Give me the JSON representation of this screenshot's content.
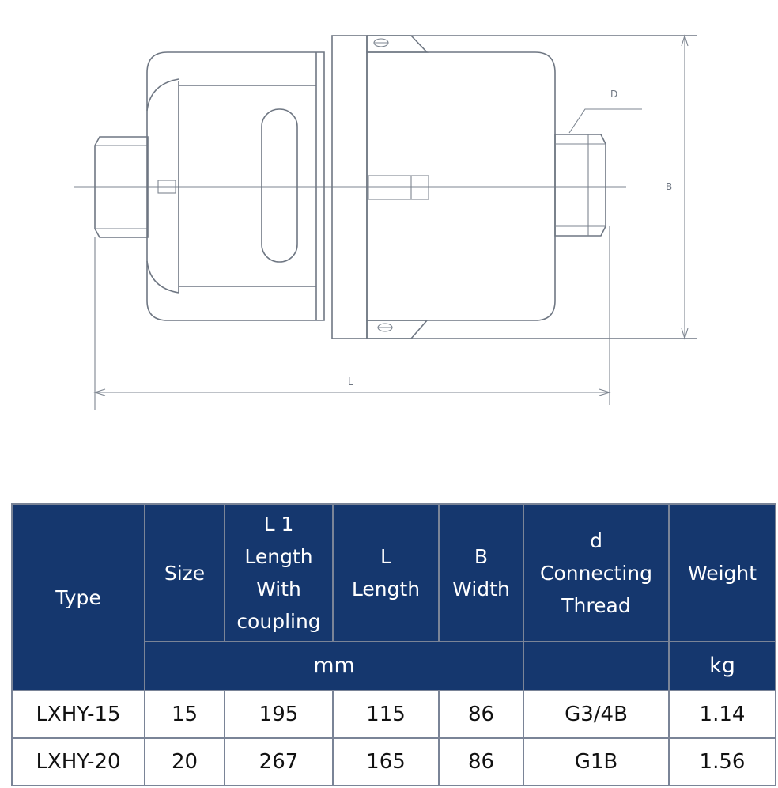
{
  "drawing": {
    "labels": {
      "d": "D",
      "b": "B",
      "l": "L"
    }
  },
  "table": {
    "headers": {
      "type": "Type",
      "size": "Size",
      "l1": [
        "L 1",
        "Length",
        "With",
        "coupling"
      ],
      "l": [
        "L",
        "Length"
      ],
      "b": [
        "B",
        "Width"
      ],
      "d": [
        "d",
        "Connecting",
        "Thread"
      ],
      "weight": "Weight"
    },
    "units": {
      "mm": "mm",
      "kg": "kg"
    },
    "rows": [
      {
        "type": "LXHY-15",
        "size": "15",
        "l1": "195",
        "l": "115",
        "b": "86",
        "d": "G3/4B",
        "weight": "1.14"
      },
      {
        "type": "LXHY-20",
        "size": "20",
        "l1": "267",
        "l": "165",
        "b": "86",
        "d": "G1B",
        "weight": "1.56"
      }
    ]
  },
  "colors": {
    "header_bg": "#15376e",
    "header_text": "#ffffff",
    "line": "#6f7783"
  }
}
